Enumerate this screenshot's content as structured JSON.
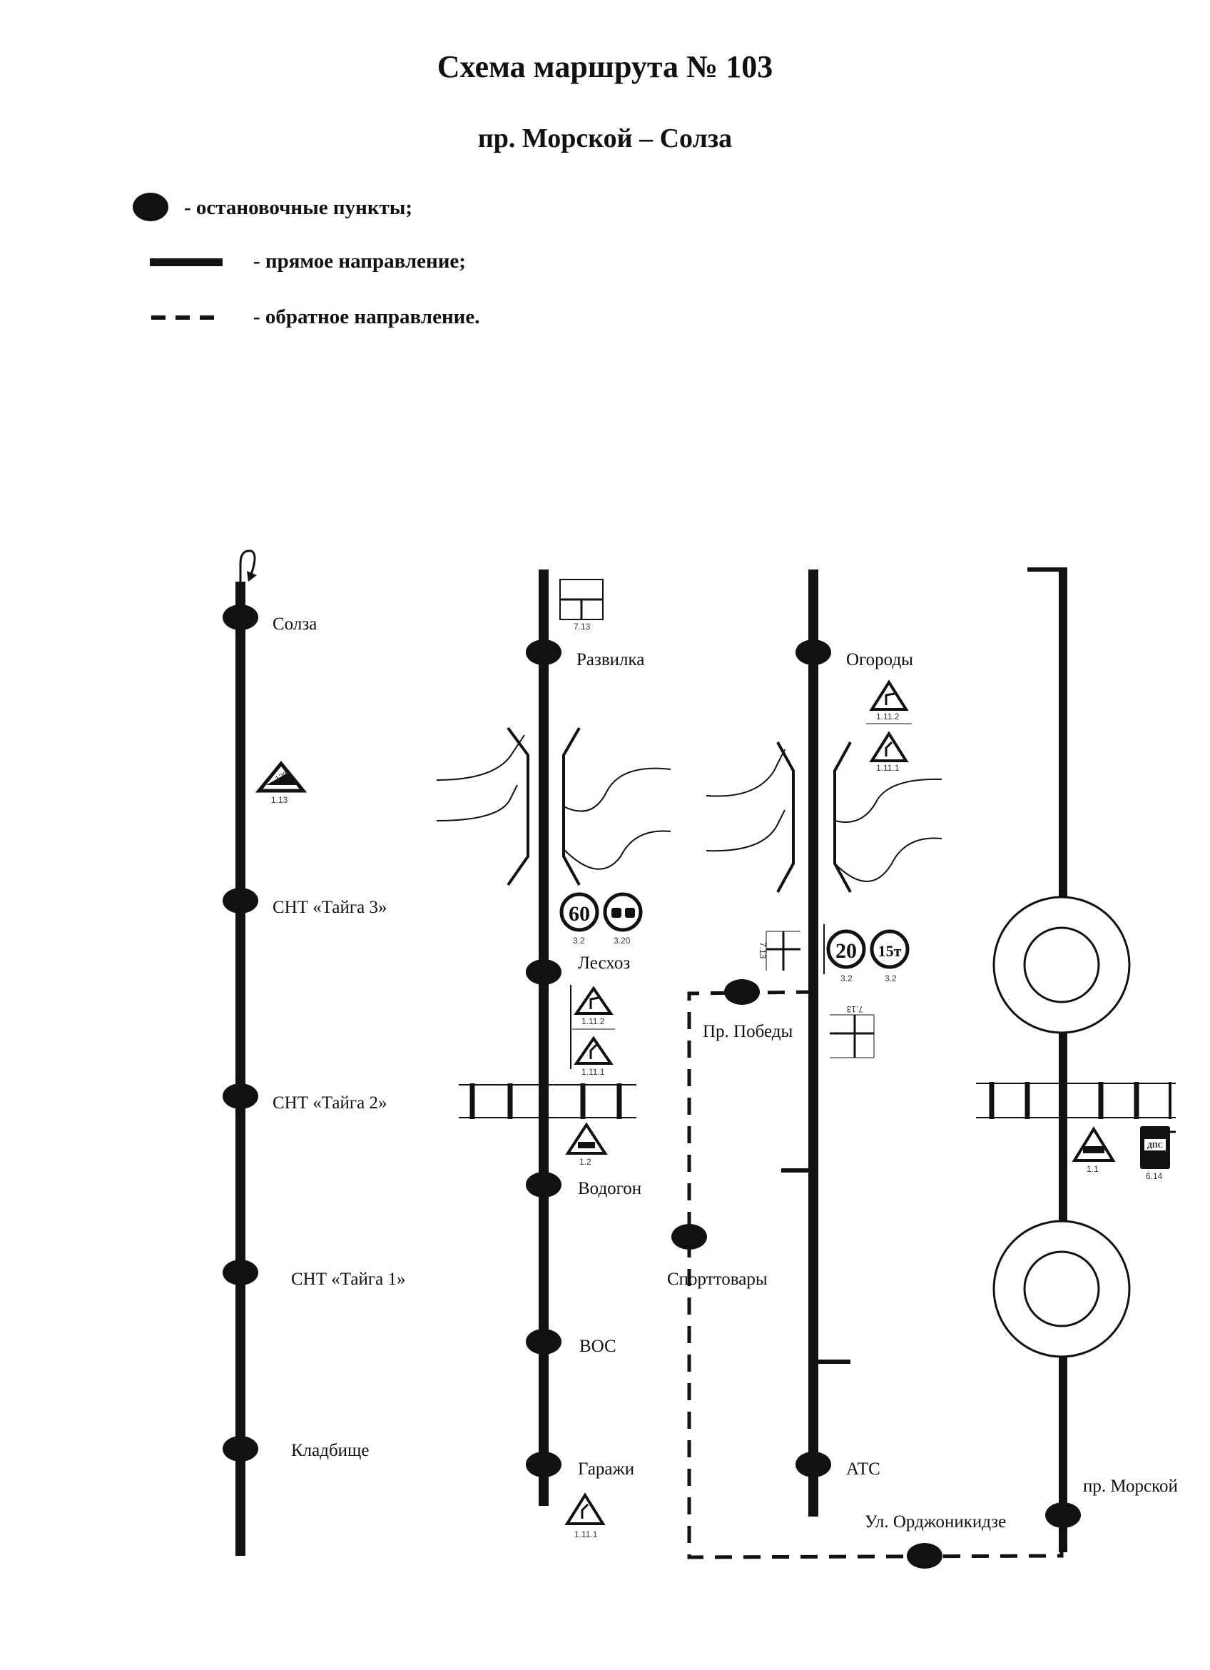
{
  "header": {
    "title": "Схема маршрута № 103",
    "subtitle": "пр. Морской – Солза"
  },
  "legend": {
    "stops": "- остановочные пункты;",
    "forward": "- прямое направление;",
    "reverse": "- обратное направление."
  },
  "stops": {
    "solza": "Солза",
    "taiga3": "СНТ «Тайга 3»",
    "taiga2": "СНТ «Тайга 2»",
    "taiga1": "СНТ «Тайга 1»",
    "cemetery": "Кладбище",
    "razvilka": "Развилка",
    "leskhoz": "Лесхоз",
    "vodogon": "Водогон",
    "vos": "ВОС",
    "garazhi": "Гаражи",
    "ogorody": "Огороды",
    "pobedy": "Пр. Победы",
    "sporttovary": "Спорттовары",
    "ats": "АТС",
    "ordzhonikidze": "Ул. Орджоникидзе",
    "morskoy": "пр. Морской"
  },
  "signs": {
    "grade": {
      "code": "1.13",
      "text": "12%"
    },
    "crossroads_1": {
      "code": "7.13"
    },
    "crossroads_2": {
      "code": "7.13"
    },
    "crossroads_3": {
      "code": "7.13"
    },
    "speed_60": {
      "code": "3.2",
      "text": "60"
    },
    "no_overtaking": {
      "code": "3.20"
    },
    "curve_right_1": {
      "code": "1.11.2"
    },
    "curve_left_1": {
      "code": "1.11.1"
    },
    "rail_crossing": {
      "code": "1.2"
    },
    "curve_left_2": {
      "code": "1.11.1"
    },
    "curve_right_2": {
      "code": "1.11.2"
    },
    "curve_left_3": {
      "code": "1.11.1"
    },
    "speed_20": {
      "code": "3.2",
      "text": "20"
    },
    "weight_15": {
      "code": "3.2",
      "text": "15т"
    },
    "barrier_crossing": {
      "code": "1.1"
    },
    "traffic_police": {
      "code": "6.14",
      "text": "ДПС"
    }
  },
  "colors": {
    "ink": "#111111",
    "paper": "#ffffff"
  }
}
